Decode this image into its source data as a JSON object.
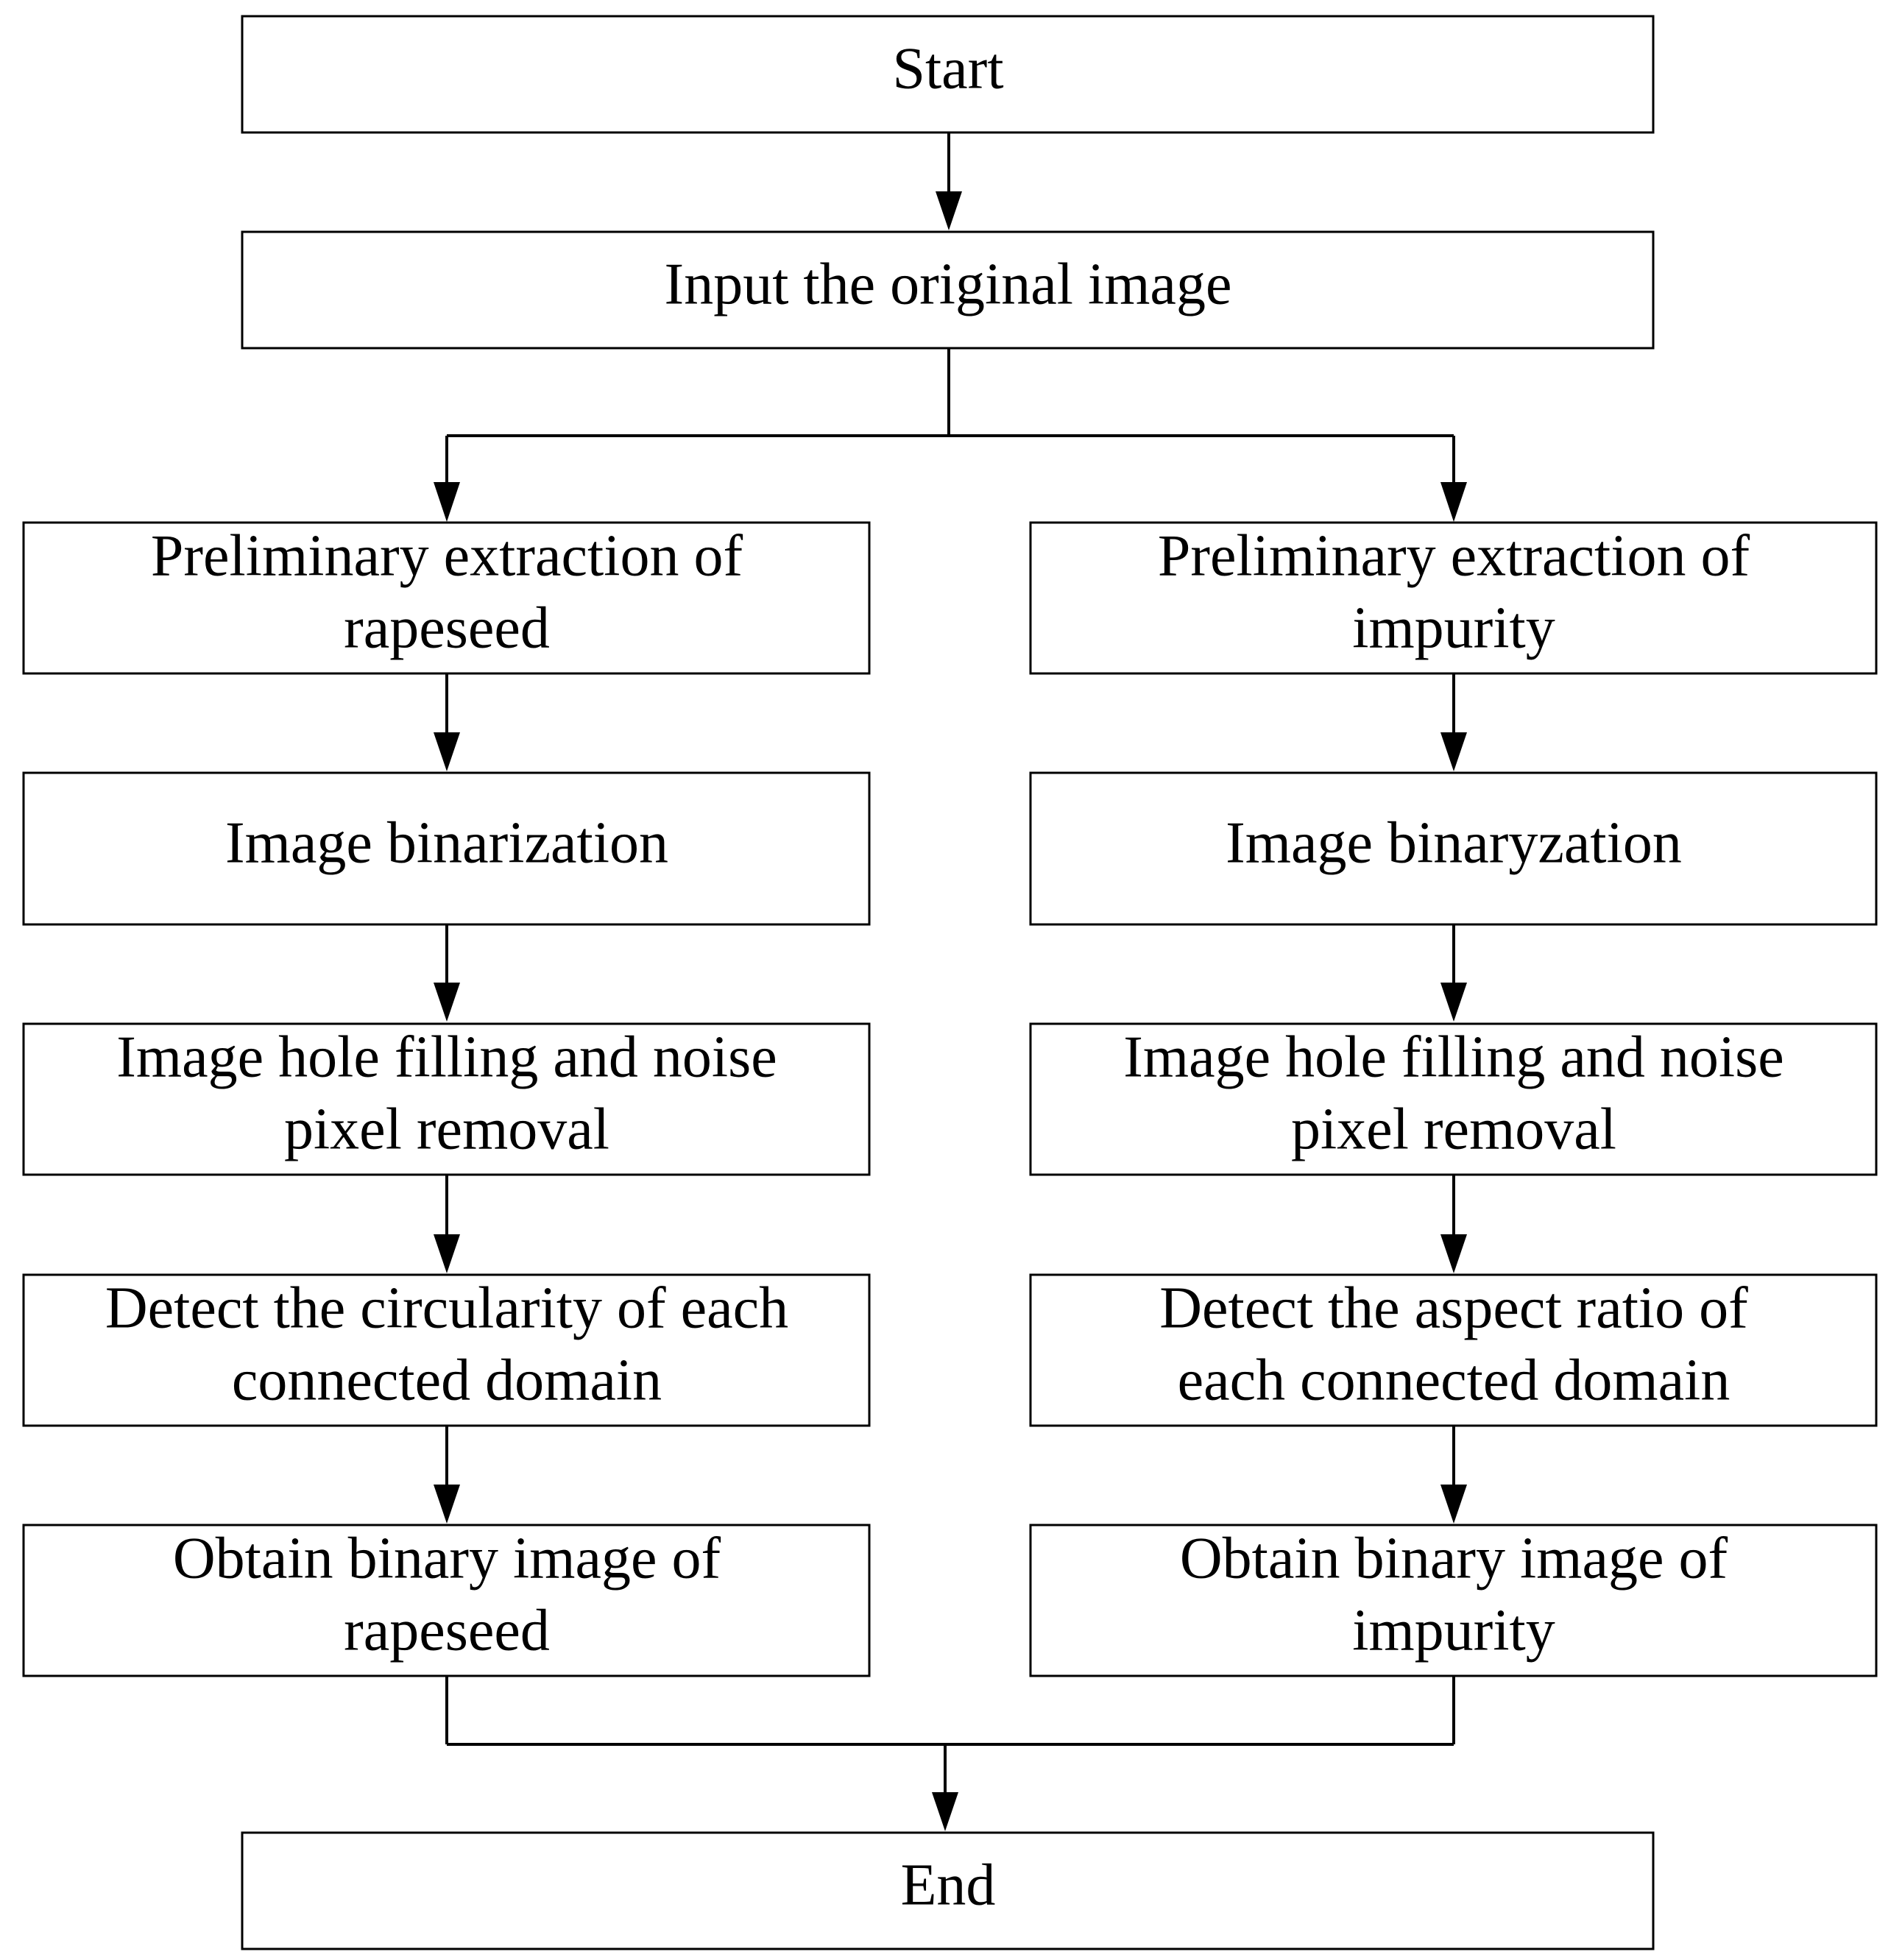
{
  "diagram": {
    "type": "flowchart",
    "nodes": {
      "start": "Start",
      "input": "Input the original image",
      "left_extract": [
        "Preliminary extraction of",
        "rapeseed"
      ],
      "left_binarize": "Image binarization",
      "left_fill": [
        "Image hole filling and noise",
        "pixel removal"
      ],
      "left_detect": [
        "Detect the circularity of each",
        "connected domain"
      ],
      "left_obtain": [
        "Obtain binary image of",
        "rapeseed"
      ],
      "right_extract": [
        "Preliminary extraction of",
        "impurity"
      ],
      "right_binarize": "Image binaryzation",
      "right_fill": [
        "Image hole filling and noise",
        "pixel removal"
      ],
      "right_detect": [
        "Detect the aspect ratio of",
        "each connected domain"
      ],
      "right_obtain": [
        "Obtain binary image of",
        "impurity"
      ],
      "end": "End"
    },
    "colors": {
      "stroke": "#000000",
      "fill": "#ffffff",
      "text": "#000000"
    }
  }
}
